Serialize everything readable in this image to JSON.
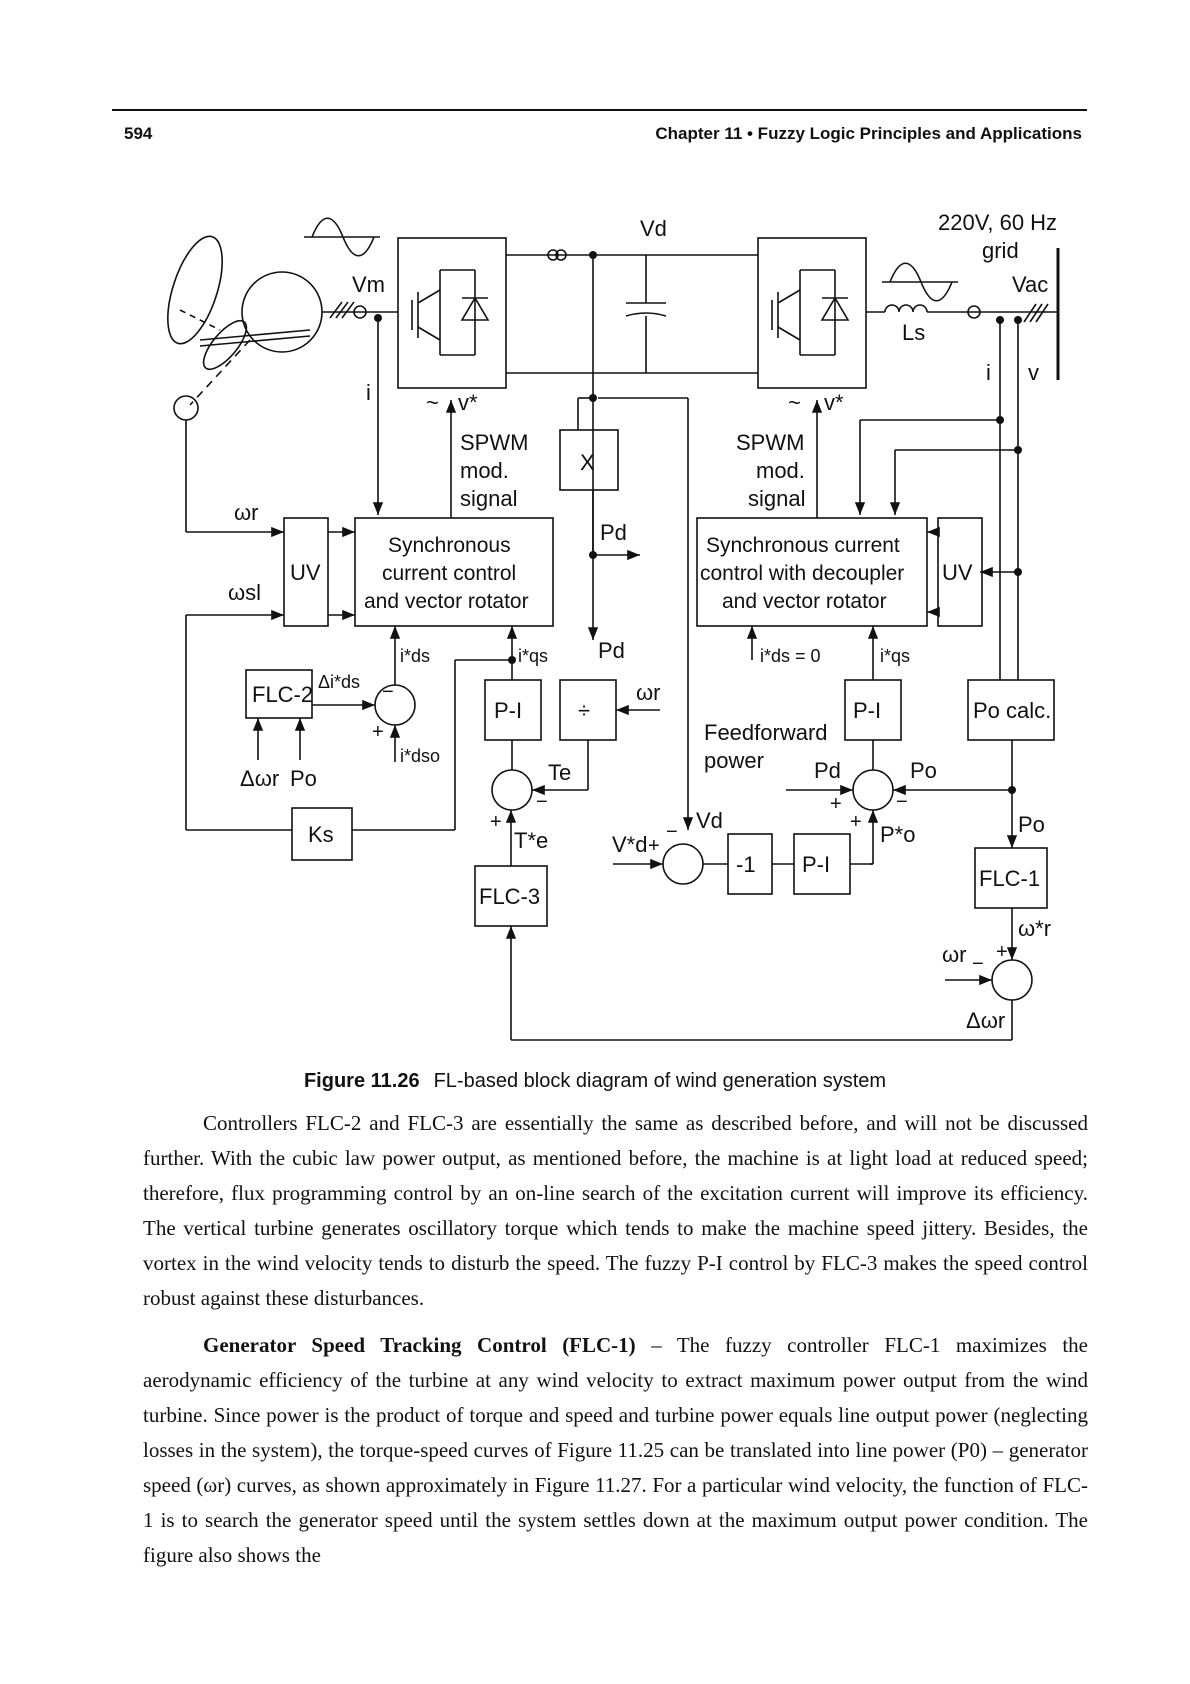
{
  "header": {
    "page_number": "594",
    "running_head": "Chapter 11 • Fuzzy Logic Principles and Applications"
  },
  "figure": {
    "label": "Figure 11.26",
    "caption": "FL-based block diagram of wind generation system",
    "blocks": {
      "uv_left": "UV",
      "sync_left": [
        "Synchronous",
        "current control",
        "and vector rotator"
      ],
      "sync_right": [
        "Synchronous current",
        "control with decoupler",
        "and vector rotator"
      ],
      "uv_right": "UV",
      "spwm_left": [
        "SPWM",
        "mod.",
        "signal"
      ],
      "spwm_right": [
        "SPWM",
        "mod.",
        "signal"
      ],
      "multiplier": "X",
      "divider": "÷",
      "pi_qs": "P-I",
      "pi_vd": "P-I",
      "pi_right": "P-I",
      "gain_neg": "-1",
      "flc1": "FLC-1",
      "flc2": "FLC-2",
      "flc3": "FLC-3",
      "ks": "Ks",
      "po_calc": "Po calc."
    },
    "labels": {
      "vd_top": "Vd",
      "grid": [
        "220V, 60 Hz",
        "grid"
      ],
      "vac": "Vac",
      "vm": "Vm",
      "ls": "Ls",
      "i_left": "i",
      "i_right": "i",
      "v_right": "v",
      "vstar_left": "v*",
      "vstar_right": "v*",
      "tilde": "~",
      "wr_left": "ωr",
      "wsl": "ωsl",
      "pd_out": "Pd",
      "pd_div": "Pd",
      "wr_div": "ωr",
      "ids_star": "i*ds",
      "iqs_star": "i*qs",
      "delta_ids": "Δi*ds",
      "idso": "i*dso",
      "delta_wr_flc2": "Δωr",
      "po_flc2": "Po",
      "te": "Te",
      "te_star": "T*e",
      "vd_star": "V*d",
      "vd_fb": "Vd",
      "ids_zero": "i*ds = 0",
      "iqs_star_right": "i*qs",
      "feedforward": [
        "Feedforward",
        "power"
      ],
      "pd_ff": "Pd",
      "po_sum": "Po",
      "po_star": "P*o",
      "po_flc1": "Po",
      "wr_star": "ω*r",
      "wr_bottom": "ωr",
      "delta_wr_bottom": "Δωr",
      "plus": "+",
      "minus": "−"
    }
  },
  "paragraph1": "Controllers FLC-2 and FLC-3 are essentially the same as described before, and will not be discussed further. With the cubic law power output, as mentioned before, the machine is at light load at reduced speed; therefore, flux programming control by an on-line search of the excitation current will improve its efficiency. The vertical turbine generates oscillatory torque which tends to make the machine speed jittery. Besides, the vortex in the wind velocity tends to disturb the speed. The fuzzy P-I control by FLC-3 makes the speed control robust against these disturbances.",
  "paragraph2_heading": "Generator Speed Tracking Control (FLC-1)",
  "paragraph2": " – The fuzzy controller FLC-1 maximizes the aerodynamic efficiency of the turbine at any wind velocity to extract maximum power output from the wind turbine. Since power is the product of torque and speed and turbine power equals line output power (neglecting losses in the system), the torque-speed curves of Figure 11.25 can be translated into line power (P0) – generator speed (ωr) curves, as shown approximately in Figure 11.27. For a particular wind velocity, the function of FLC-1 is to search the generator speed until the system settles down at the maximum output power condition. The figure also shows the"
}
